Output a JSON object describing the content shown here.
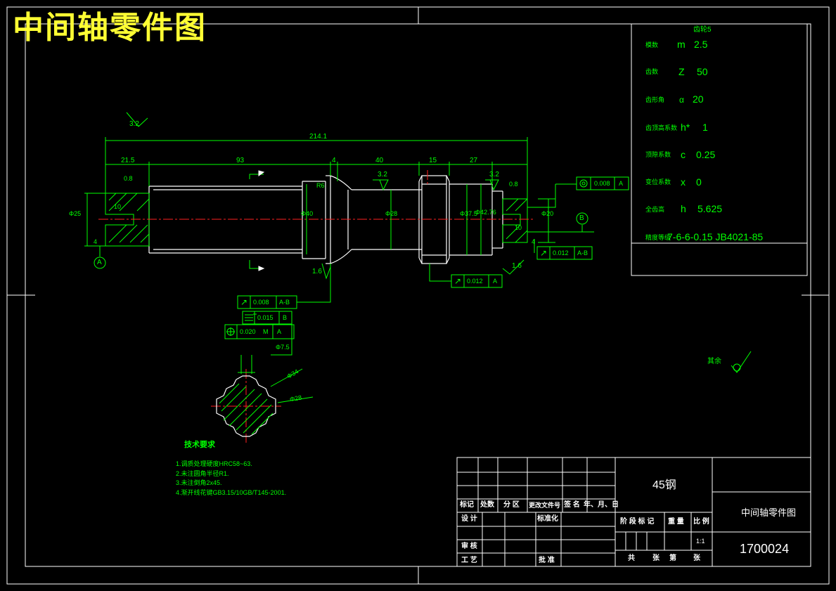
{
  "title": "中间轴零件图",
  "dimensions": {
    "overall": "214.1",
    "d21_5": "21.5",
    "d93": "93",
    "d4": "4",
    "d40": "40",
    "d15": "15",
    "d27": "27",
    "dia40": "Φ40",
    "dia28": "Φ28",
    "dia37_5": "Φ37.5",
    "dia42_76": "Φ42.76",
    "r6": "R6",
    "left_center": "Φ25",
    "right_center": "Φ20",
    "d10a": "10",
    "d10b": "10",
    "d4a": "4",
    "d4b": "4",
    "d0_8a": "0.8",
    "d0_8b": "0.8"
  },
  "roughness": {
    "top_left": "3.2",
    "mid_top": "3.2",
    "right_top": "3.2",
    "mid_bottom": "1.6",
    "right_bottom": "1.6",
    "other": "其余"
  },
  "datums": {
    "a": "A",
    "b": "B"
  },
  "tolerances": {
    "right_coax_val": "0.008",
    "right_coax_ref": "A",
    "right_runout_val": "0.012",
    "right_runout_ref": "A-B",
    "gear_runout_val": "0.012",
    "gear_runout_ref": "A",
    "spline_runout_val": "0.008",
    "spline_runout_ref": "A-B",
    "sym_val": "0.015",
    "sym_ref": "B",
    "pos_val": "0.020",
    "pos_m": "M",
    "pos_ref": "A",
    "spline_dia": "Φ7.5"
  },
  "section": {
    "outer": "Φ34",
    "inner": "Φ28"
  },
  "gear_table": {
    "header": "齿轮5",
    "rows": [
      {
        "name": "模数",
        "sym": "m",
        "val": "2.5"
      },
      {
        "name": "齿数",
        "sym": "Z",
        "val": "50"
      },
      {
        "name": "齿形角",
        "sym": "α",
        "val": "20"
      },
      {
        "name": "齿顶高系数",
        "sym": "h*",
        "val": "1"
      },
      {
        "name": "顶隙系数",
        "sym": "c",
        "val": "0.25"
      },
      {
        "name": "变位系数",
        "sym": "x",
        "val": "0"
      },
      {
        "name": "全齿高",
        "sym": "h",
        "val": "5.625"
      },
      {
        "name": "精度等级",
        "sym": "",
        "val": "7-6-6-0.15 JB4021-85"
      }
    ]
  },
  "tech_req": {
    "title": "技术要求",
    "lines": [
      "1.调质处理硬度HRC58~63.",
      "2.未注圆角半径R1.",
      "3.未注倒角2x45.",
      "4.渐开线花键GB3.15/10GB/T145-2001."
    ]
  },
  "title_block": {
    "material": "45钢",
    "part_name": "中间轴零件图",
    "drawing_no": "1700024",
    "scale": "1:1",
    "h_mark": "标记",
    "h_count": "处数",
    "h_zone": "分 区",
    "h_doc": "更改文件号",
    "h_sign": "签 名",
    "h_date": "年、月、日",
    "design": "设 计",
    "standard": "标准化",
    "check": "审 核",
    "process": "工 艺",
    "approve": "批 准",
    "stage": "阶 段 标 记",
    "weight": "重 量",
    "ratio": "比 例",
    "total": "共",
    "sheet": "张",
    "page": "第",
    "page2": "张"
  }
}
